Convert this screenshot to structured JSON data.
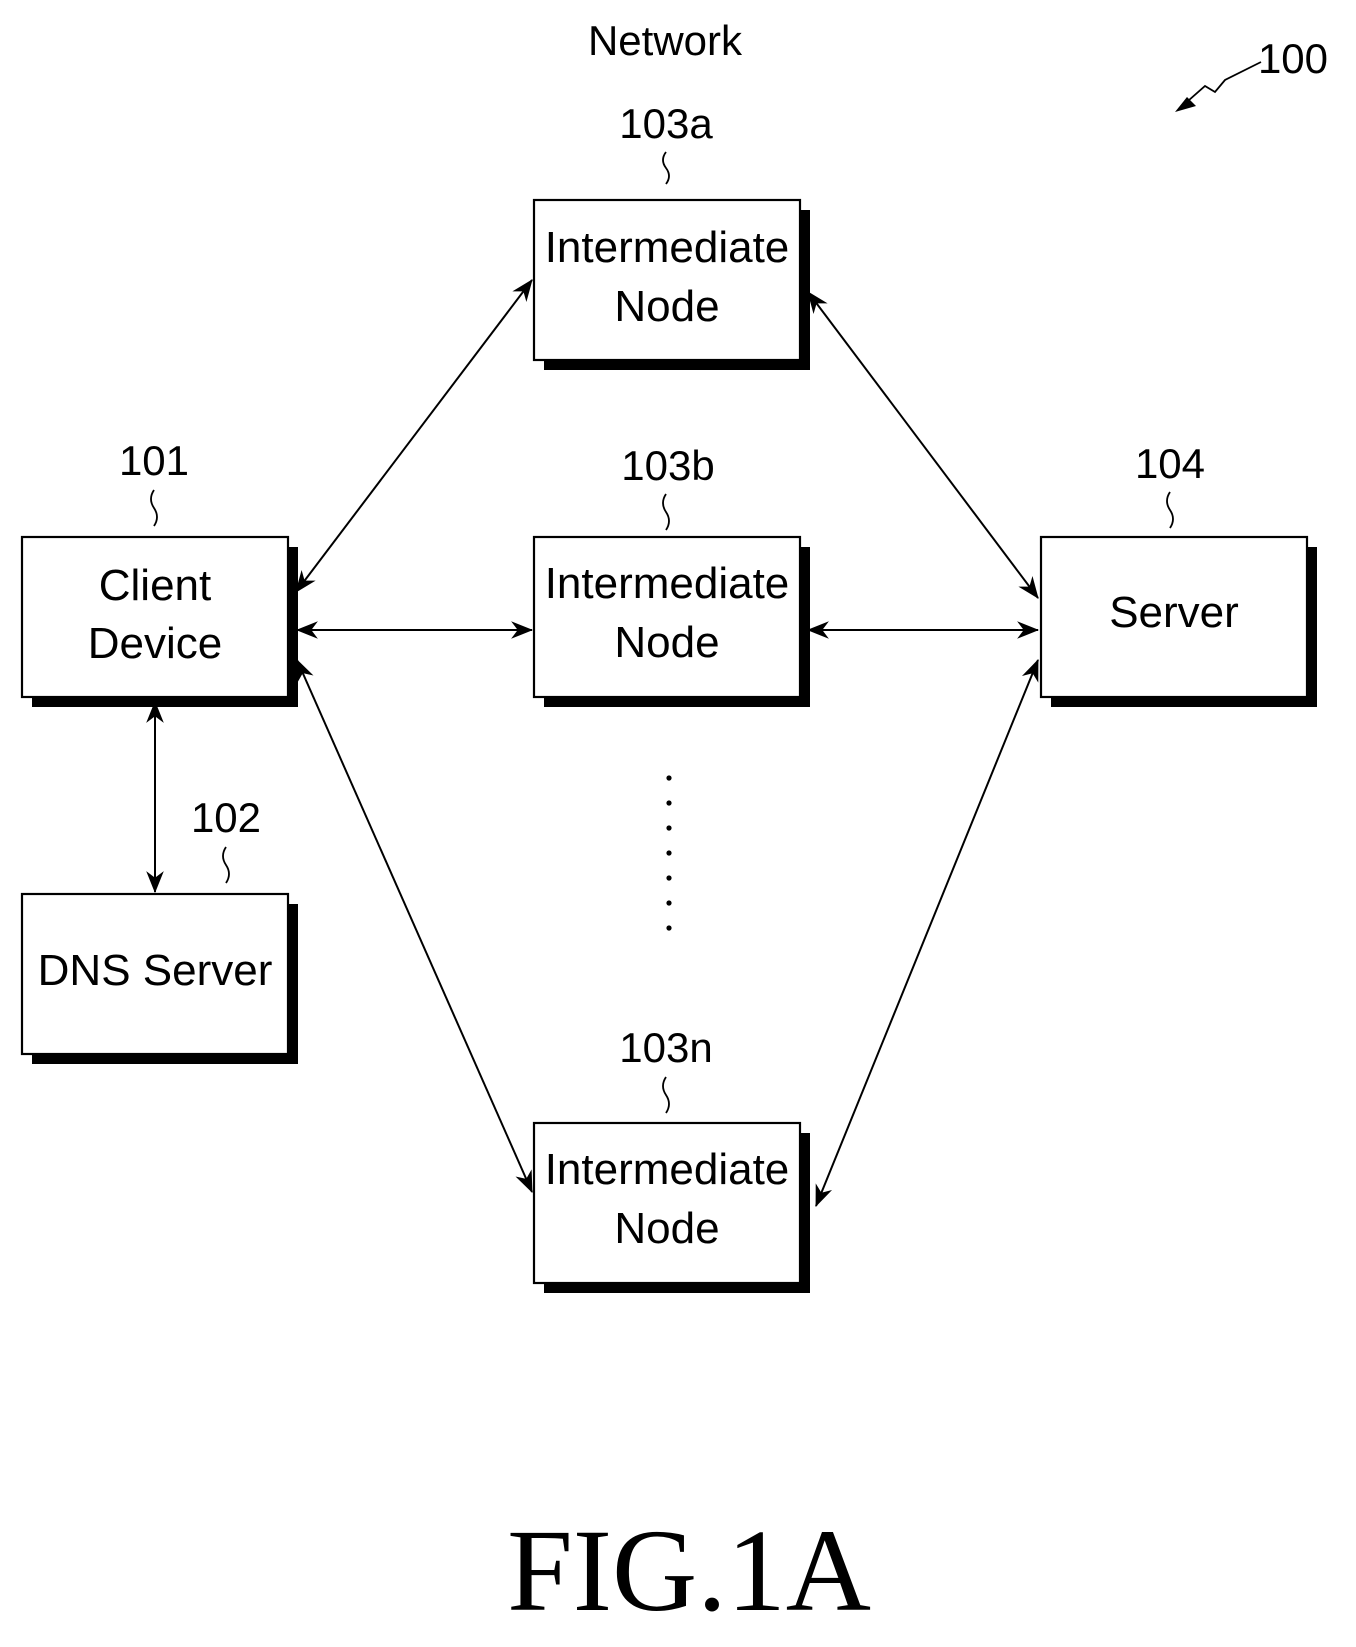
{
  "diagram": {
    "network_label": "Network",
    "figure_ref": "100",
    "figure_caption": "FIG.1A",
    "nodes": {
      "intermediate_a": {
        "ref": "103a",
        "line1": "Intermediate",
        "line2": "Node"
      },
      "intermediate_b": {
        "ref": "103b",
        "line1": "Intermediate",
        "line2": "Node"
      },
      "intermediate_n": {
        "ref": "103n",
        "line1": "Intermediate",
        "line2": "Node"
      },
      "client": {
        "ref": "101",
        "line1": "Client",
        "line2": "Device"
      },
      "server": {
        "ref": "104",
        "label": "Server"
      },
      "dns": {
        "ref": "102",
        "label": "DNS Server"
      }
    },
    "colors": {
      "stroke": "#000000",
      "background": "#ffffff"
    }
  }
}
